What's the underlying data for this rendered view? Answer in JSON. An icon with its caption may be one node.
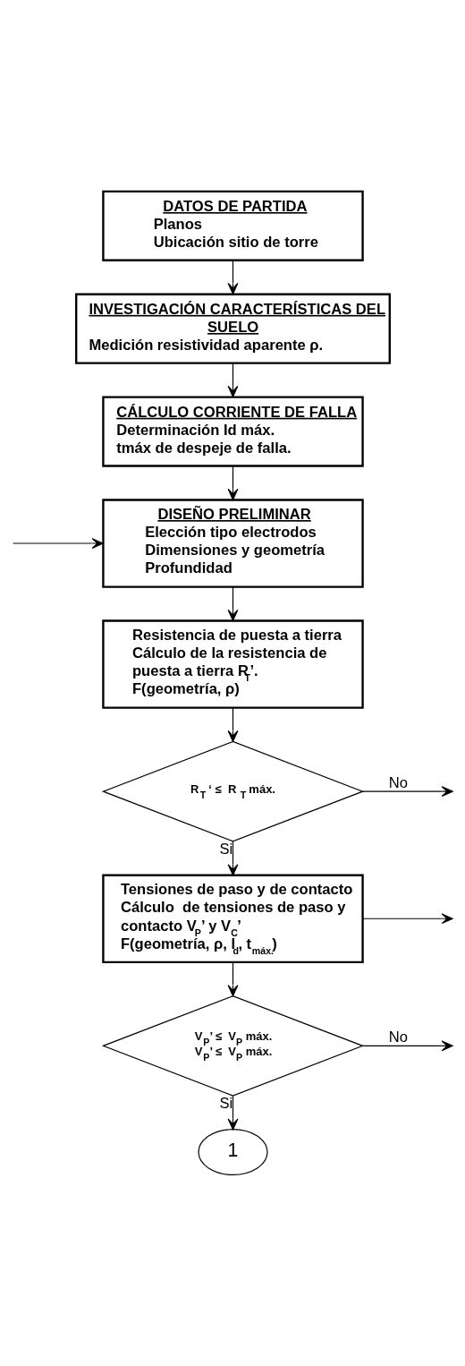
{
  "diagram": {
    "nodes": [
      {
        "text": [
          "DATOS DE PARTIDA",
          "Planos",
          "Ubicación sitio de torre"
        ]
      },
      {
        "text": [
          "INVESTIGACIÓN CARACTERÍSTICAS DEL SUELO",
          "Medición resistividad aparente ρ."
        ]
      },
      {
        "text": [
          "CÁLCULO CORRIENTE DE FALLA",
          "Determinación Id máx.",
          "tmáx de despeje de falla."
        ]
      },
      {
        "text": [
          "DISEÑO PRELIMINAR",
          "Elección tipo electrodos",
          "Dimensiones y geometría",
          "Profundidad"
        ]
      },
      {
        "text": [
          "Resistencia de puesta a tierra",
          "Cálculo de la resistencia de puesta a tierra R$_{T}$’.",
          "F(geometría, ρ)"
        ]
      },
      {
        "text": [
          "R$_{T}$ ‘ ≤  R $_{T}$ máx."
        ]
      },
      {
        "text": [
          "Tensiones de paso y de contacto",
          "Cálculo  de tensiones de paso y contacto V$_{P}$’ y V$_{C}$’",
          "F(geometría, ρ, I$_{d}$, t$_{máx.}$)"
        ]
      },
      {
        "text": [
          "V$_{P}$’ ≤  V$_{P}$ máx.",
          "V$_{P}$’ ≤  V$_{P}$ máx."
        ]
      },
      {
        "text": [
          "1"
        ]
      }
    ],
    "edges": [
      {
        "from": 0,
        "to": 1,
        "arrow": "to"
      },
      {
        "from": 1,
        "to": 2,
        "arrow": "to"
      },
      {
        "from": 2,
        "to": 3,
        "arrow": "to"
      },
      {
        "from": null,
        "to": 3,
        "arrow": "to"
      },
      {
        "from": 3,
        "to": 4,
        "arrow": "to"
      },
      {
        "from": 4,
        "to": 5,
        "arrow": "to"
      },
      {
        "from": 5,
        "to": null,
        "label": "No",
        "arrow": "to"
      },
      {
        "from": 5,
        "to": 6,
        "label": "Si",
        "arrow": "to"
      },
      {
        "from": 6,
        "to": null,
        "arrow": "to"
      },
      {
        "from": 6,
        "to": 7,
        "arrow": "to"
      },
      {
        "from": 7,
        "to": null,
        "label": "No",
        "arrow": "to"
      },
      {
        "from": 7,
        "to": 8,
        "label": "Si",
        "arrow": "to"
      }
    ]
  }
}
